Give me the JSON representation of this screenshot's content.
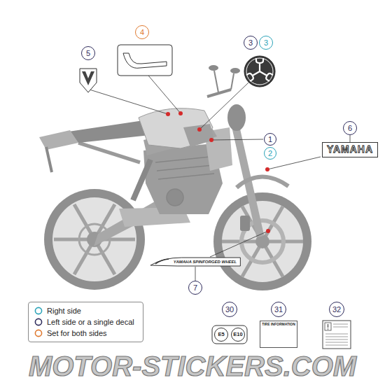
{
  "diagram": {
    "nodes": [
      {
        "text": [
          "4"
        ]
      },
      {
        "text": [
          "5"
        ]
      },
      {
        "text": [
          "3"
        ]
      },
      {
        "text": [
          "3"
        ]
      },
      {
        "text": [
          "1"
        ]
      },
      {
        "text": [
          "2"
        ]
      },
      {
        "text": [
          "6"
        ]
      },
      {
        "text": [
          "YAMAHA"
        ]
      },
      {
        "text": [
          "YAMAHA SPINFORGED WHEEL"
        ]
      },
      {
        "text": [
          "7"
        ]
      },
      {
        "text": [
          "30"
        ]
      },
      {
        "text": [
          "E5"
        ]
      },
      {
        "text": [
          "E10"
        ]
      },
      {
        "text": [
          "31"
        ]
      },
      {
        "text": [
          "TIRE INFORMATION"
        ]
      },
      {
        "text": [
          "32"
        ]
      }
    ],
    "edges": [
      {
        "from": 6,
        "to": 7,
        "arrow": "none"
      },
      {
        "from": 9,
        "to": 8,
        "arrow": "none"
      }
    ],
    "labels": [
      "MOTOR-STICKERS.COM"
    ],
    "legend": [
      {
        "text": "Right side",
        "color": "#2aa3b8"
      },
      {
        "text": "Left side or a single decal",
        "color": "#2f2c5c"
      },
      {
        "text": "Set for both sides",
        "color": "#e07a30"
      }
    ]
  }
}
